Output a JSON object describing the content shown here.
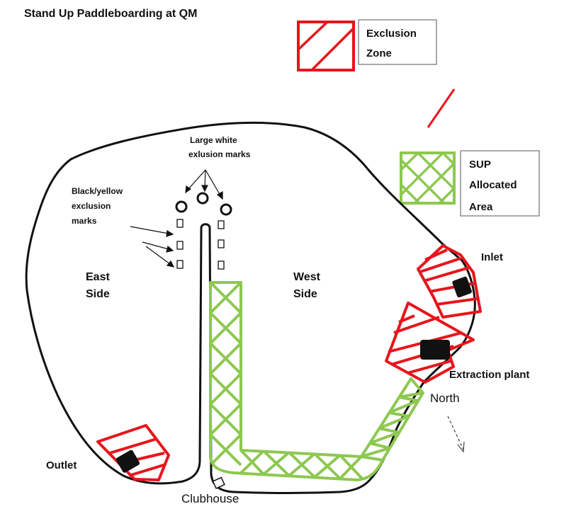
{
  "title": "Stand Up Paddleboarding at QM",
  "legend": {
    "exclusion_line1": "Exclusion",
    "exclusion_line2": "Zone",
    "sup_line1": "SUP",
    "sup_line2": "Allocated",
    "sup_line3": "Area"
  },
  "labels": {
    "large_marks_line1": "Large white",
    "large_marks_line2": "exlusion marks",
    "bw_marks_line1": "Black/yellow",
    "bw_marks_line2": "exclusion",
    "bw_marks_line3": "marks",
    "east_line1": "East",
    "east_line2": "Side",
    "west_line1": "West",
    "west_line2": "Side",
    "inlet": "Inlet",
    "extraction": "Extraction plant",
    "north": "North",
    "outlet": "Outlet",
    "clubhouse": "Clubhouse"
  },
  "colors": {
    "exclusion": "#e8141c",
    "sup": "#8dc850",
    "outline": "#111111"
  }
}
